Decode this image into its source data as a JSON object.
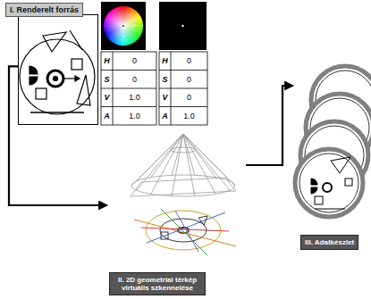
{
  "diagram": {
    "nodes": [
      {
        "text": [
          "I. Renderelt forrás"
        ]
      },
      {
        "text": [
          "II. 2D geometriai térkép virtuális szkennelése"
        ]
      },
      {
        "text": [
          "III. Adatkészlet"
        ]
      }
    ],
    "edges": [
      {
        "from": 0,
        "to": 1,
        "arrow": "to"
      },
      {
        "from": 1,
        "to": 2,
        "arrow": "to"
      }
    ],
    "labels": [
      "H",
      "0",
      "S",
      "0",
      "V",
      "1.0",
      "A",
      "1.0",
      "H",
      "0",
      "S",
      "0",
      "V",
      "0",
      "A",
      "1.0"
    ]
  }
}
